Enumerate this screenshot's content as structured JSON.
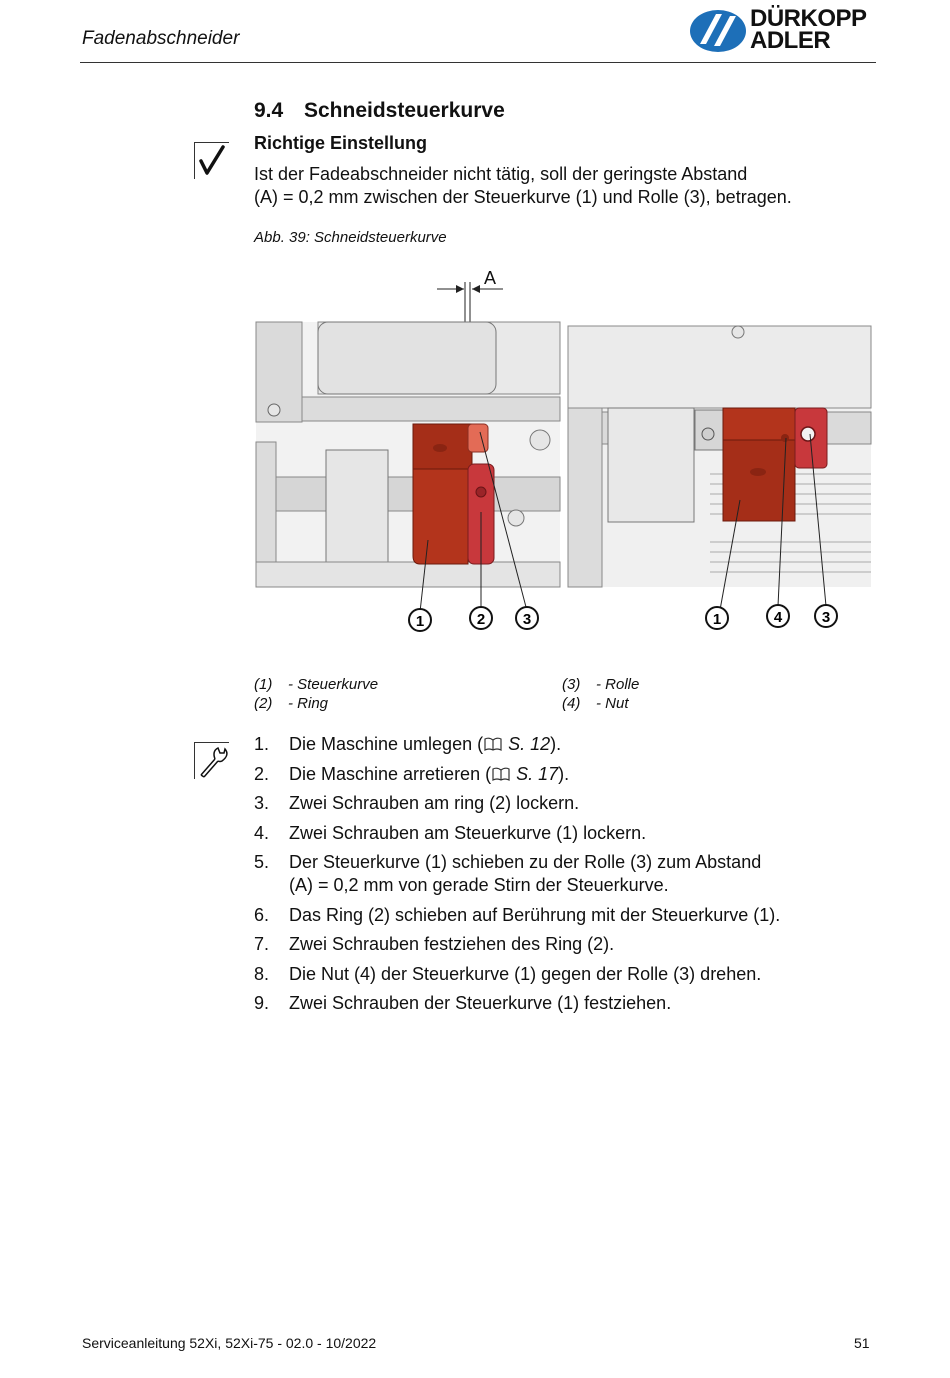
{
  "header": {
    "section_name": "Fadenabschneider",
    "brand_line1": "DÜRKOPP",
    "brand_line2": "ADLER"
  },
  "section": {
    "number": "9.4",
    "title": "Schneidsteuerkurve"
  },
  "correct_setting": {
    "heading": "Richtige Einstellung",
    "line1": "Ist der Fadeabschneider nicht tätig, soll der geringste Abstand",
    "line2": "(A) = 0,2 mm zwischen der Steuerkurve  (1) und Rolle (3), betragen."
  },
  "figure": {
    "caption": "Abb. 39: Schneidsteuerkurve",
    "dimension_label": "A",
    "left_callouts": [
      "1",
      "2",
      "3"
    ],
    "right_callouts": [
      "1",
      "4",
      "3"
    ]
  },
  "legend": [
    {
      "num": "(1)",
      "label": "- Steuerkurve"
    },
    {
      "num": "(2)",
      "label": "- Ring"
    },
    {
      "num": "(3)",
      "label": "- Rolle"
    },
    {
      "num": "(4)",
      "label": "- Nut"
    }
  ],
  "icons": {
    "check": "checkmark-icon",
    "tool": "wrench-icon",
    "book": "book-icon"
  },
  "steps": [
    {
      "n": "1.",
      "before": "Die Maschine umlegen (",
      "ref": "S. 12",
      "after": ")."
    },
    {
      "n": "2.",
      "before": "Die Maschine arretieren (",
      "ref": "S. 17",
      "after": ")."
    },
    {
      "n": "3.",
      "text": "Zwei Schrauben am ring (2) lockern."
    },
    {
      "n": "4.",
      "text": "Zwei Schrauben am Steuerkurve (1) lockern."
    },
    {
      "n": "5.",
      "text": "Der Steuerkurve (1) schieben zu der Rolle (3) zum Abstand",
      "text2": "(A) = 0,2 mm von gerade Stirn der Steuerkurve."
    },
    {
      "n": "6.",
      "text": "Das Ring (2) schieben auf Berührung mit der Steuerkurve (1)."
    },
    {
      "n": "7.",
      "text": "Zwei Schrauben festziehen des Ring (2)."
    },
    {
      "n": "8.",
      "text": "Die Nut (4) der Steuerkurve (1) gegen der Rolle (3) drehen."
    },
    {
      "n": "9.",
      "text": "Zwei Schrauben der Steuerkurve (1) festziehen."
    }
  ],
  "footer": {
    "document": "Serviceanleitung 52Xi, 52Xi-75 - 02.0 - 10/2022",
    "page": "51"
  },
  "colors": {
    "cam_red": "#b3341c",
    "ring_red": "#c8383c",
    "metal_light": "#eeeeee",
    "metal_mid": "#d4d4d4",
    "outline": "#444444"
  }
}
